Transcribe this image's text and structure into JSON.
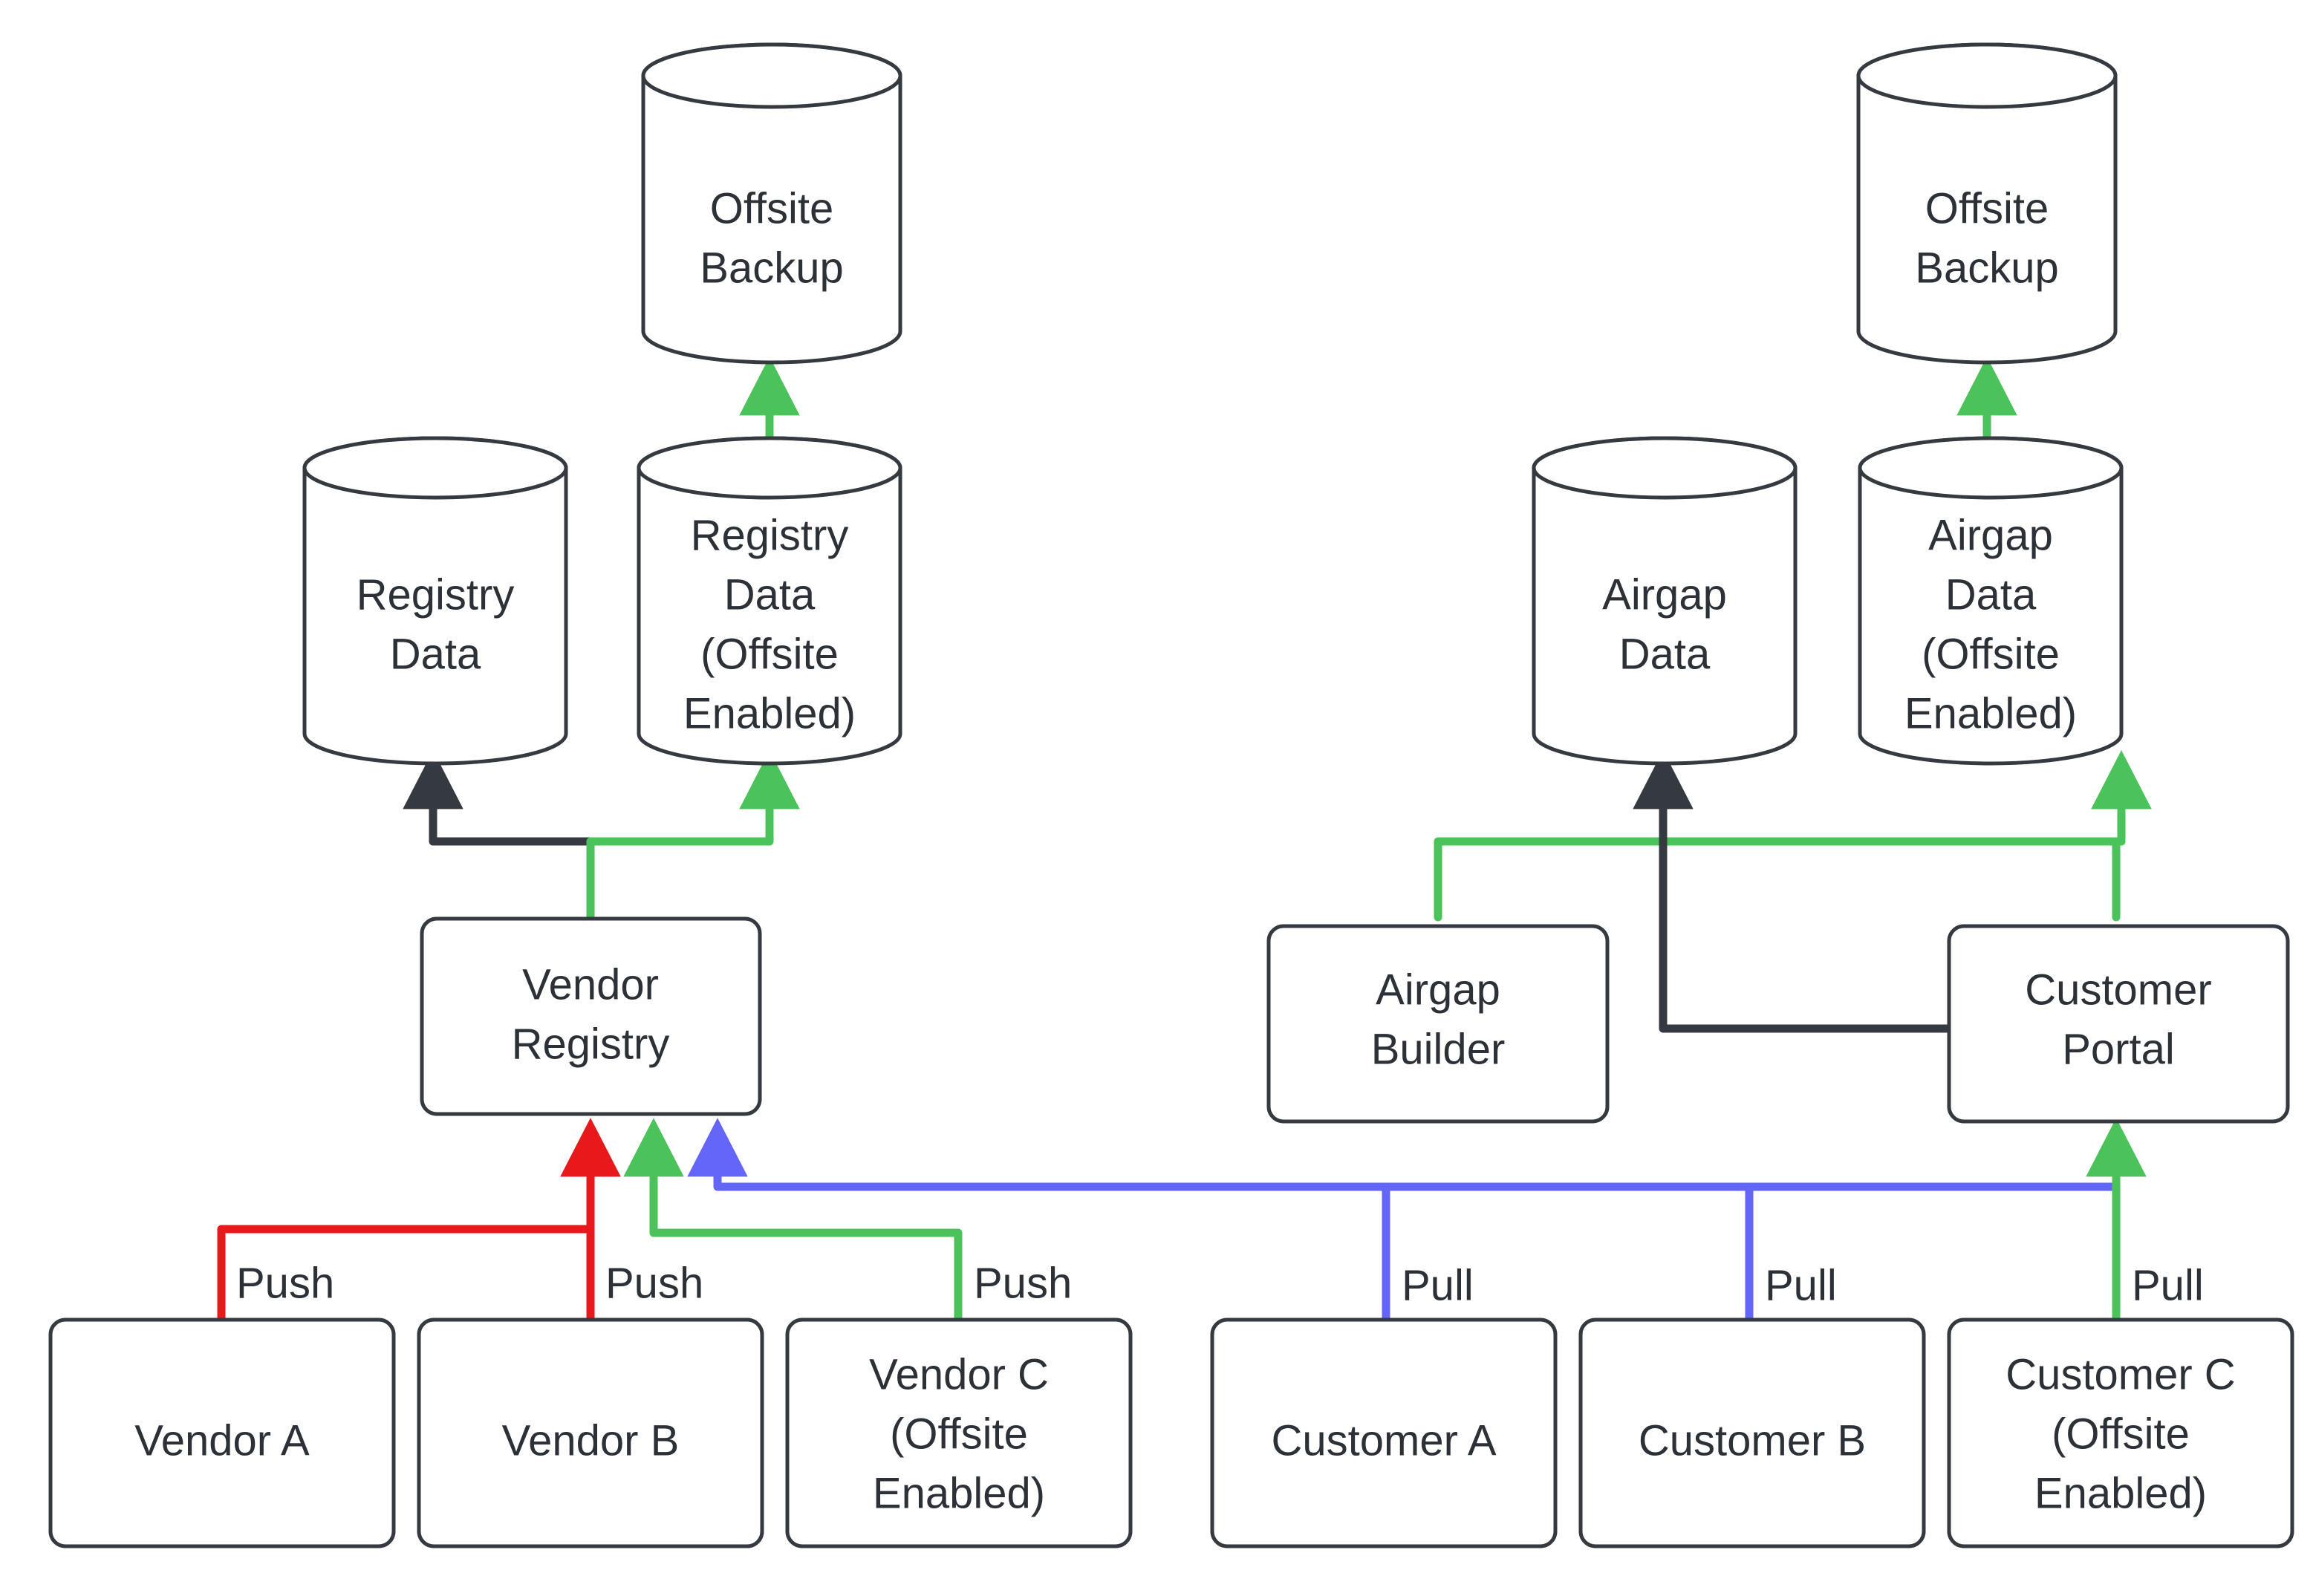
{
  "diagram": {
    "type": "flowchart",
    "background": "#ffffff",
    "colors": {
      "node_stroke": "#343a40",
      "node_fill": "#ffffff",
      "text": "#2c3138",
      "edge_default": "#343a40",
      "edge_green": "#4cc35a",
      "edge_red": "#e8191b",
      "edge_purple": "#6366f8"
    },
    "nodes": [
      {
        "id": "offsite-backup-left",
        "shape": "cylinder",
        "label": "Offsite\nBackup"
      },
      {
        "id": "registry-data",
        "shape": "cylinder",
        "label": "Registry\nData"
      },
      {
        "id": "registry-data-offsite",
        "shape": "cylinder",
        "label": "Registry\nData\n(Offsite\nEnabled)"
      },
      {
        "id": "vendor-registry",
        "shape": "box",
        "label": "Vendor\nRegistry"
      },
      {
        "id": "vendor-a",
        "shape": "box",
        "label": "Vendor A"
      },
      {
        "id": "vendor-b",
        "shape": "box",
        "label": "Vendor B"
      },
      {
        "id": "vendor-c",
        "shape": "box",
        "label": "Vendor C\n(Offsite\nEnabled)"
      },
      {
        "id": "offsite-backup-right",
        "shape": "cylinder",
        "label": "Offsite\nBackup"
      },
      {
        "id": "airgap-data",
        "shape": "cylinder",
        "label": "Airgap\nData"
      },
      {
        "id": "airgap-data-offsite",
        "shape": "cylinder",
        "label": "Airgap\nData\n(Offsite\nEnabled)"
      },
      {
        "id": "airgap-builder",
        "shape": "box",
        "label": "Airgap\nBuilder"
      },
      {
        "id": "customer-portal",
        "shape": "box",
        "label": "Customer\nPortal"
      },
      {
        "id": "customer-a",
        "shape": "box",
        "label": "Customer A"
      },
      {
        "id": "customer-b",
        "shape": "box",
        "label": "Customer B"
      },
      {
        "id": "customer-c",
        "shape": "box",
        "label": "Customer C\n(Offsite\nEnabled)"
      }
    ],
    "edges": [
      {
        "id": "e-regoffsite-backup",
        "from": "registry-data-offsite",
        "to": "offsite-backup-left",
        "color": "#4cc35a",
        "label": ""
      },
      {
        "id": "e-vr-regdata",
        "from": "vendor-registry",
        "to": "registry-data",
        "color": "#343a40",
        "label": ""
      },
      {
        "id": "e-vr-regdata-offsite",
        "from": "vendor-registry",
        "to": "registry-data-offsite",
        "color": "#4cc35a",
        "label": ""
      },
      {
        "id": "e-va-vr",
        "from": "vendor-a",
        "to": "vendor-registry",
        "color": "#e8191b",
        "label": "Push"
      },
      {
        "id": "e-vb-vr",
        "from": "vendor-b",
        "to": "vendor-registry",
        "color": "#e8191b",
        "label": "Push"
      },
      {
        "id": "e-vc-vr",
        "from": "vendor-c",
        "to": "vendor-registry",
        "color": "#4cc35a",
        "label": "Push"
      },
      {
        "id": "e-airgapoffsite-backup",
        "from": "airgap-data-offsite",
        "to": "offsite-backup-right",
        "color": "#4cc35a",
        "label": ""
      },
      {
        "id": "e-cp-airgapdata",
        "from": "customer-portal",
        "to": "airgap-data",
        "color": "#343a40",
        "label": ""
      },
      {
        "id": "e-ab-airgapoffsite",
        "from": "airgap-builder",
        "to": "airgap-data-offsite",
        "color": "#4cc35a",
        "label": ""
      },
      {
        "id": "e-cp-airgapoffsite",
        "from": "customer-portal",
        "to": "airgap-data-offsite",
        "color": "#4cc35a",
        "label": ""
      },
      {
        "id": "e-ca-cp",
        "from": "customer-a",
        "to": "customer-portal",
        "color": "#6366f8",
        "label": "Pull"
      },
      {
        "id": "e-cb-cp",
        "from": "customer-b",
        "to": "customer-portal",
        "color": "#6366f8",
        "label": "Pull"
      },
      {
        "id": "e-cc-cp",
        "from": "customer-c",
        "to": "customer-portal",
        "color": "#4cc35a",
        "label": "Pull"
      },
      {
        "id": "e-customers-vr",
        "from": "customers",
        "to": "vendor-registry",
        "color": "#6366f8",
        "label": ""
      }
    ],
    "labels": {
      "offsite_backup_left_line1": "Offsite",
      "offsite_backup_left_line2": "Backup",
      "registry_data_line1": "Registry",
      "registry_data_line2": "Data",
      "registry_data_offsite_line1": "Registry",
      "registry_data_offsite_line2": "Data",
      "registry_data_offsite_line3": "(Offsite",
      "registry_data_offsite_line4": "Enabled)",
      "vendor_registry_line1": "Vendor",
      "vendor_registry_line2": "Registry",
      "vendor_a": "Vendor A",
      "vendor_b": "Vendor B",
      "vendor_c_line1": "Vendor C",
      "vendor_c_line2": "(Offsite",
      "vendor_c_line3": "Enabled)",
      "offsite_backup_right_line1": "Offsite",
      "offsite_backup_right_line2": "Backup",
      "airgap_data_line1": "Airgap",
      "airgap_data_line2": "Data",
      "airgap_data_offsite_line1": "Airgap",
      "airgap_data_offsite_line2": "Data",
      "airgap_data_offsite_line3": "(Offsite",
      "airgap_data_offsite_line4": "Enabled)",
      "airgap_builder_line1": "Airgap",
      "airgap_builder_line2": "Builder",
      "customer_portal_line1": "Customer",
      "customer_portal_line2": "Portal",
      "customer_a": "Customer A",
      "customer_b": "Customer B",
      "customer_c_line1": "Customer C",
      "customer_c_line2": "(Offsite",
      "customer_c_line3": "Enabled)",
      "push_1": "Push",
      "push_2": "Push",
      "push_3": "Push",
      "pull_1": "Pull",
      "pull_2": "Pull",
      "pull_3": "Pull"
    }
  }
}
